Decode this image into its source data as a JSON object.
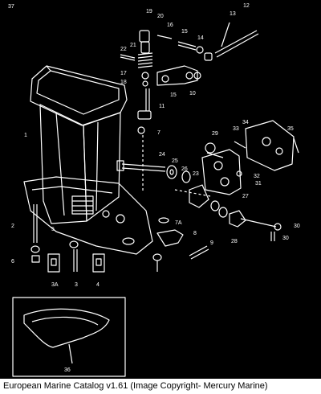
{
  "caption": "European Marine Catalog v1.61 (Image Copyright- Mercury Marine)",
  "colors": {
    "background": "#000000",
    "ink": "#ffffff",
    "caption_bg": "#ffffff",
    "caption_text": "#000000"
  },
  "part_labels": [
    "1",
    "2",
    "3",
    "3A",
    "4",
    "5",
    "6",
    "7",
    "7A",
    "8",
    "9",
    "10",
    "11",
    "12",
    "13",
    "14",
    "15",
    "15",
    "16",
    "17",
    "18",
    "19",
    "20",
    "21",
    "22",
    "23",
    "24",
    "25",
    "26",
    "27",
    "28",
    "29",
    "30",
    "30",
    "31",
    "32",
    "33",
    "34",
    "35",
    "36",
    "37"
  ]
}
